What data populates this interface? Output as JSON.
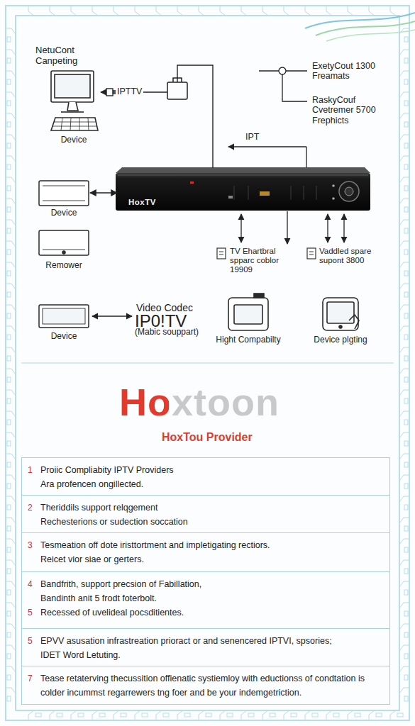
{
  "diagram": {
    "nodes": [
      {
        "text": [
          "Device"
        ]
      },
      {
        "text": [
          "HoxTV"
        ]
      },
      {
        "text": [
          "Device"
        ]
      },
      {
        "text": [
          "Remower"
        ]
      },
      {
        "text": [
          "Device"
        ]
      },
      {
        "text": [
          "Hight Compabilty"
        ]
      },
      {
        "text": [
          "Device plgting"
        ]
      },
      {
        "text": [
          "1",
          "Proiic Compliabity IPTV Providers",
          "Ara profencen ongillected."
        ]
      },
      {
        "text": [
          "2",
          "Theriddils support relqgement",
          "Rechesterions or sudection soccation"
        ]
      },
      {
        "text": [
          "3",
          "Tesmeation off dote iristtortment and impletigating rectiors.",
          "Reicet vior siae or gerters."
        ]
      },
      {
        "text": [
          "4",
          "Bandfrith, support precsion of Fabillation,",
          "Bandinth anit 5 frodt foterbolt.",
          "5",
          "Recessed of uvelideal pocsditientes."
        ]
      },
      {
        "text": [
          "5",
          "EPVV asusation infrastreation prioract or and senencered IPTVI, spsories;",
          "IDET Word Letuting."
        ]
      },
      {
        "text": [
          "7",
          "Tease retaterving thecussition offienatic systiemloy with eductionss of condtation is colder incummst regarrewers tng foer and be your indemgetriction."
        ]
      }
    ],
    "edges": [
      {
        "from": 1,
        "to": 0,
        "label": "IPTTV",
        "arrow": "to"
      },
      {
        "from": 2,
        "to": 1,
        "arrow": "both"
      }
    ],
    "labels": [
      "NetuCont Canpeting",
      "ExetyCout 1300 Freamats",
      "RaskyCouf Cvetremer 5700 Frephicts",
      "IPT",
      "TV Ehartbral spparc coblor 19909",
      "Vaddled spare supont 3800",
      "Video Codec",
      "IP0!TV",
      "(Mabic souppart)",
      "Hoxtoon",
      "HoxTou Provider"
    ]
  }
}
